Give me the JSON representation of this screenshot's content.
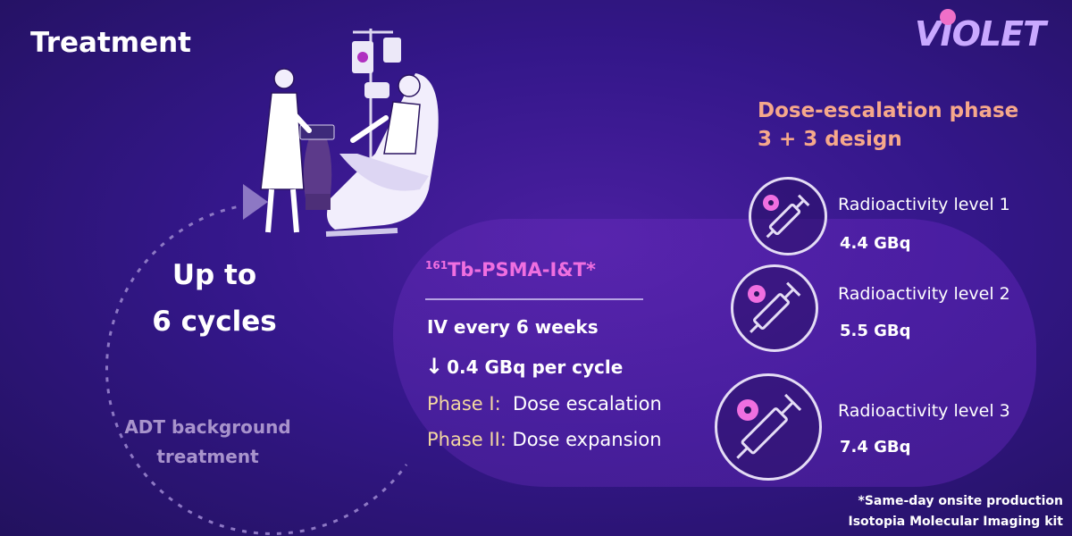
{
  "header": {
    "title": "Treatment",
    "logo": "VIOLET"
  },
  "phase": {
    "line1": "Dose-escalation phase",
    "line2": "3 + 3 design"
  },
  "cycle": {
    "line1": "Up to",
    "line2": "6 cycles"
  },
  "adt": {
    "line1": "ADT background",
    "line2": "treatment"
  },
  "drug": {
    "superscript": "161",
    "name": "Tb-PSMA-I&T*"
  },
  "schedule": {
    "iv": "IV every 6 weeks",
    "decrement": "0.4 GBq per cycle"
  },
  "phases": [
    {
      "label": "Phase I:",
      "text": "Dose escalation"
    },
    {
      "label": "Phase II:",
      "text": "Dose expansion"
    }
  ],
  "levels": [
    {
      "label": "Radioactivity level 1",
      "dose": "4.4 GBq"
    },
    {
      "label": "Radioactivity level 2",
      "dose": "5.5 GBq"
    },
    {
      "label": "Radioactivity level 3",
      "dose": "7.4 GBq"
    }
  ],
  "footnote": {
    "line1": "*Same-day onsite production",
    "line2": "Isotopia Molecular Imaging kit"
  },
  "colors": {
    "accent_pink": "#f06fe0",
    "accent_orange": "#f6a88b",
    "phase_label": "#f4d8a0"
  },
  "icons": [
    "iv-drip-icon",
    "syringe-radioactive-icon"
  ]
}
